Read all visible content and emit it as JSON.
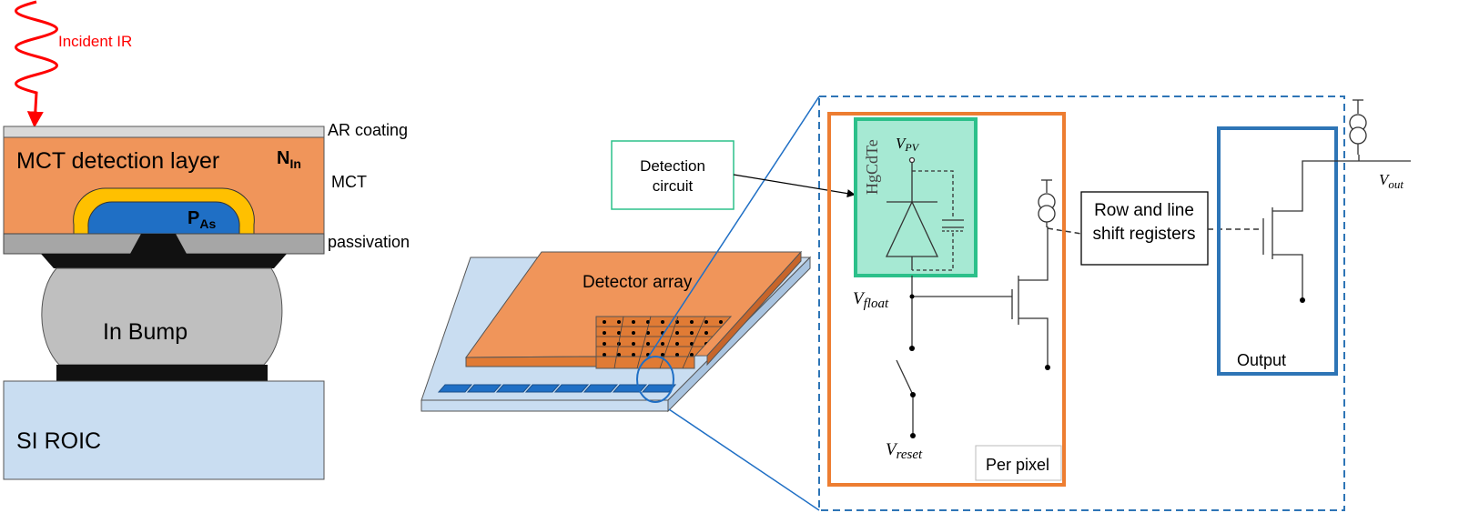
{
  "cross_section": {
    "incident_label": "Incident IR",
    "ar_coating": "AR coating",
    "detection_layer": "MCT detection layer",
    "n_main": "N",
    "n_sub": "In",
    "p_main": "P",
    "p_sub": "As",
    "mct": "MCT",
    "passivation": "passivation",
    "bump": "In Bump",
    "roic": "SI ROIC"
  },
  "array": {
    "detection_circuit_line1": "Detection",
    "detection_circuit_line2": "circuit",
    "detector_array": "Detector array"
  },
  "circuit": {
    "hgcdte": "HgCdTe",
    "vpv_main": "V",
    "vpv_sub": "PV",
    "vfloat_main": "V",
    "vfloat_sub": "float",
    "vreset_main": "V",
    "vreset_sub": "reset",
    "vout_main": "V",
    "vout_sub": "out",
    "row_line1": "Row and line",
    "row_line2": "shift registers",
    "per_pixel": "Per pixel",
    "output": "Output"
  },
  "colors": {
    "orange": "#f0955a",
    "blue": "#1f6fc5",
    "yellow": "#ffc000",
    "grey": "#a6a6a6",
    "light_blue": "#c9ddf1",
    "teal": "#2cc08a",
    "red": "#ff0000",
    "frame_blue": "#2e75b6",
    "frame_orange": "#ed7d31"
  }
}
